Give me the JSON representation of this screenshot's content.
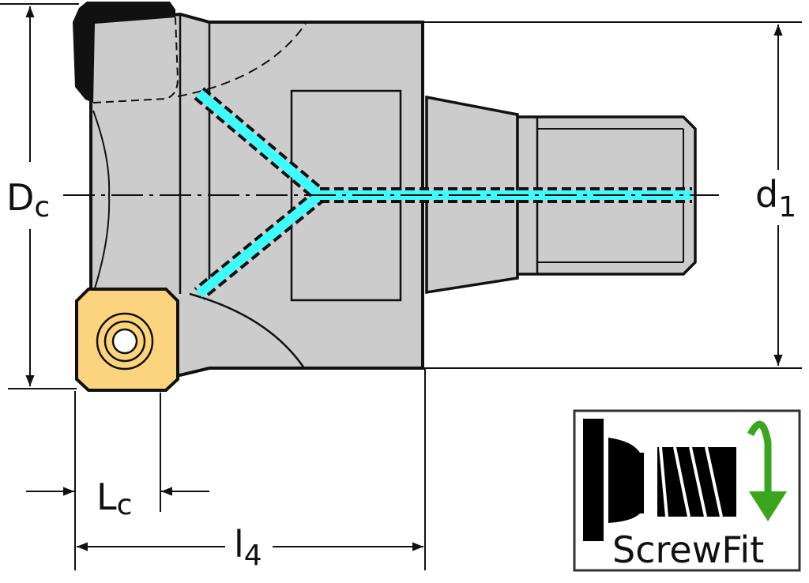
{
  "labels": {
    "dc_main": "D",
    "dc_sub": "c",
    "d1_main": "d",
    "d1_sub": "1",
    "lc_main": "L",
    "lc_sub": "c",
    "l4_main": "l",
    "l4_sub": "4"
  },
  "logo": {
    "text": "ScrewFit"
  },
  "colors": {
    "body": "#cccccc",
    "insert": "#fdd47e",
    "coolant": "#3ffcfc",
    "logo_arrow": "#3aa620",
    "line": "#111111"
  }
}
